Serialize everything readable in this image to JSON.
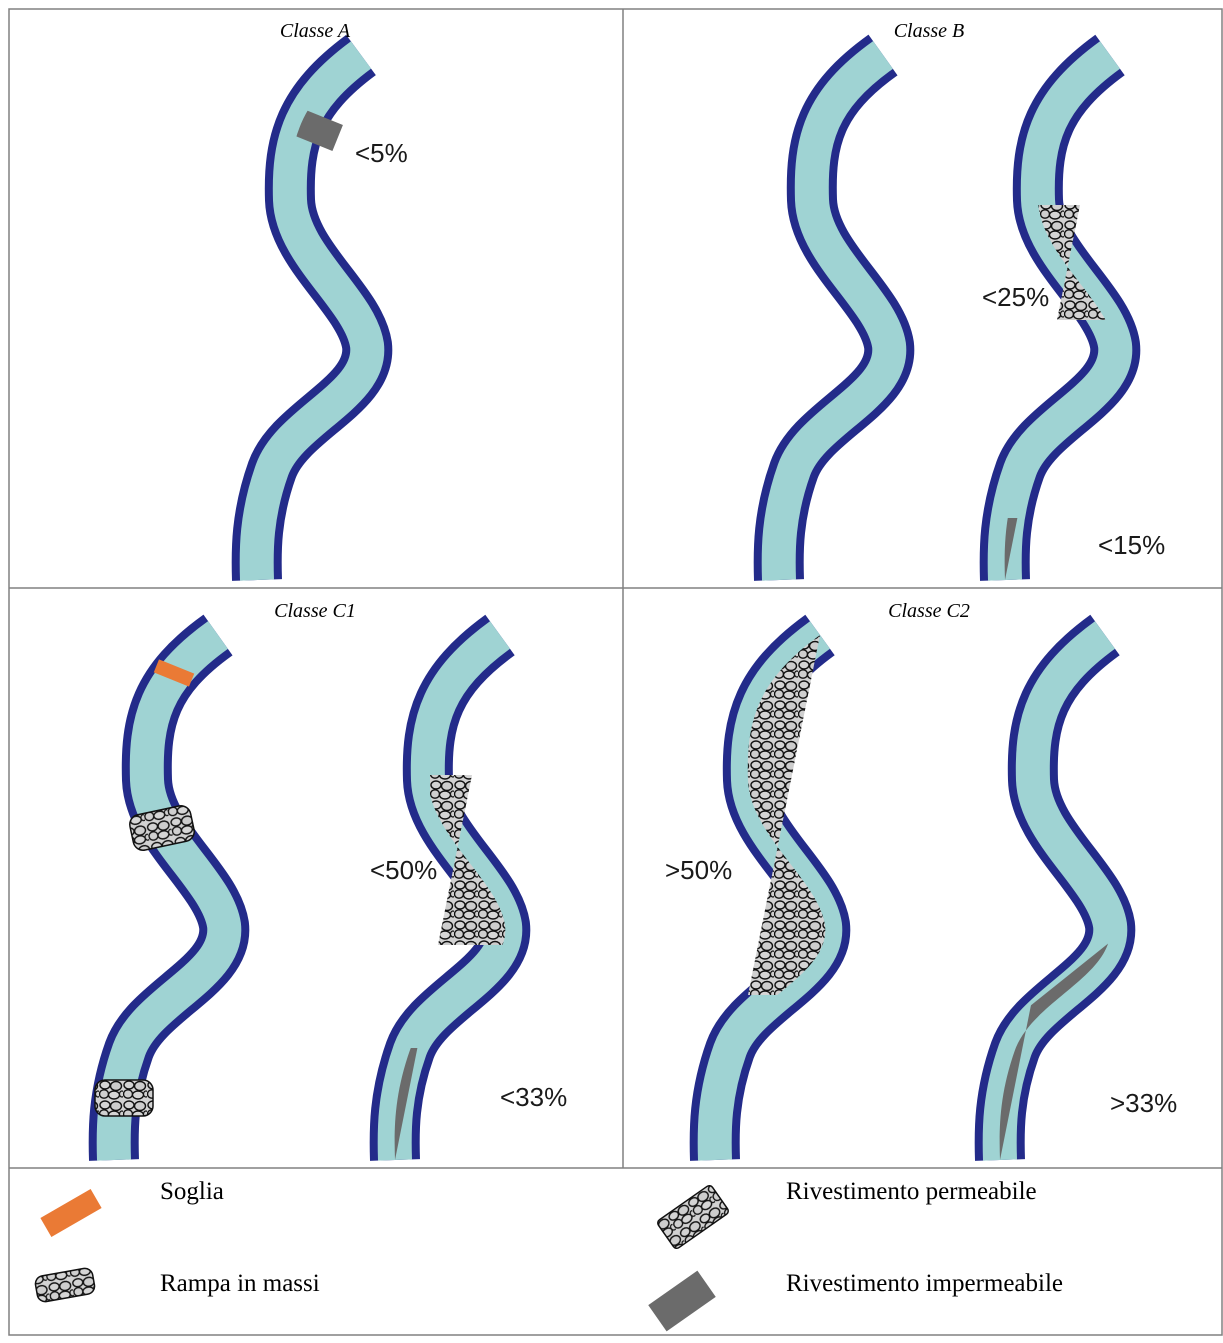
{
  "panels": {
    "a": {
      "title": "Classe A",
      "pct1": "<5%"
    },
    "b": {
      "title": "Classe B",
      "pct1": "<25%",
      "pct2": "<15%"
    },
    "c1": {
      "title": "Classe C1",
      "pct1": "<50%",
      "pct2": "<33%"
    },
    "c2": {
      "title": "Classe C2",
      "pct1": ">50%",
      "pct2": ">33%"
    }
  },
  "legend": {
    "soglia": "Soglia",
    "rampa": "Rampa in massi",
    "perm": "Rivestimento permeabile",
    "imperm": "Rivestimento impermeabile"
  },
  "colors": {
    "water": "#9fd3d3",
    "bank": "#232b8a",
    "soglia": "#ea7a35",
    "imperm": "#6b6b6b",
    "stone": "#d2d2d2",
    "grid": "#808080"
  },
  "icons": [
    "river-channel",
    "soglia-icon",
    "rampa-icon",
    "permeable-lining-icon",
    "impermeable-lining-icon"
  ]
}
